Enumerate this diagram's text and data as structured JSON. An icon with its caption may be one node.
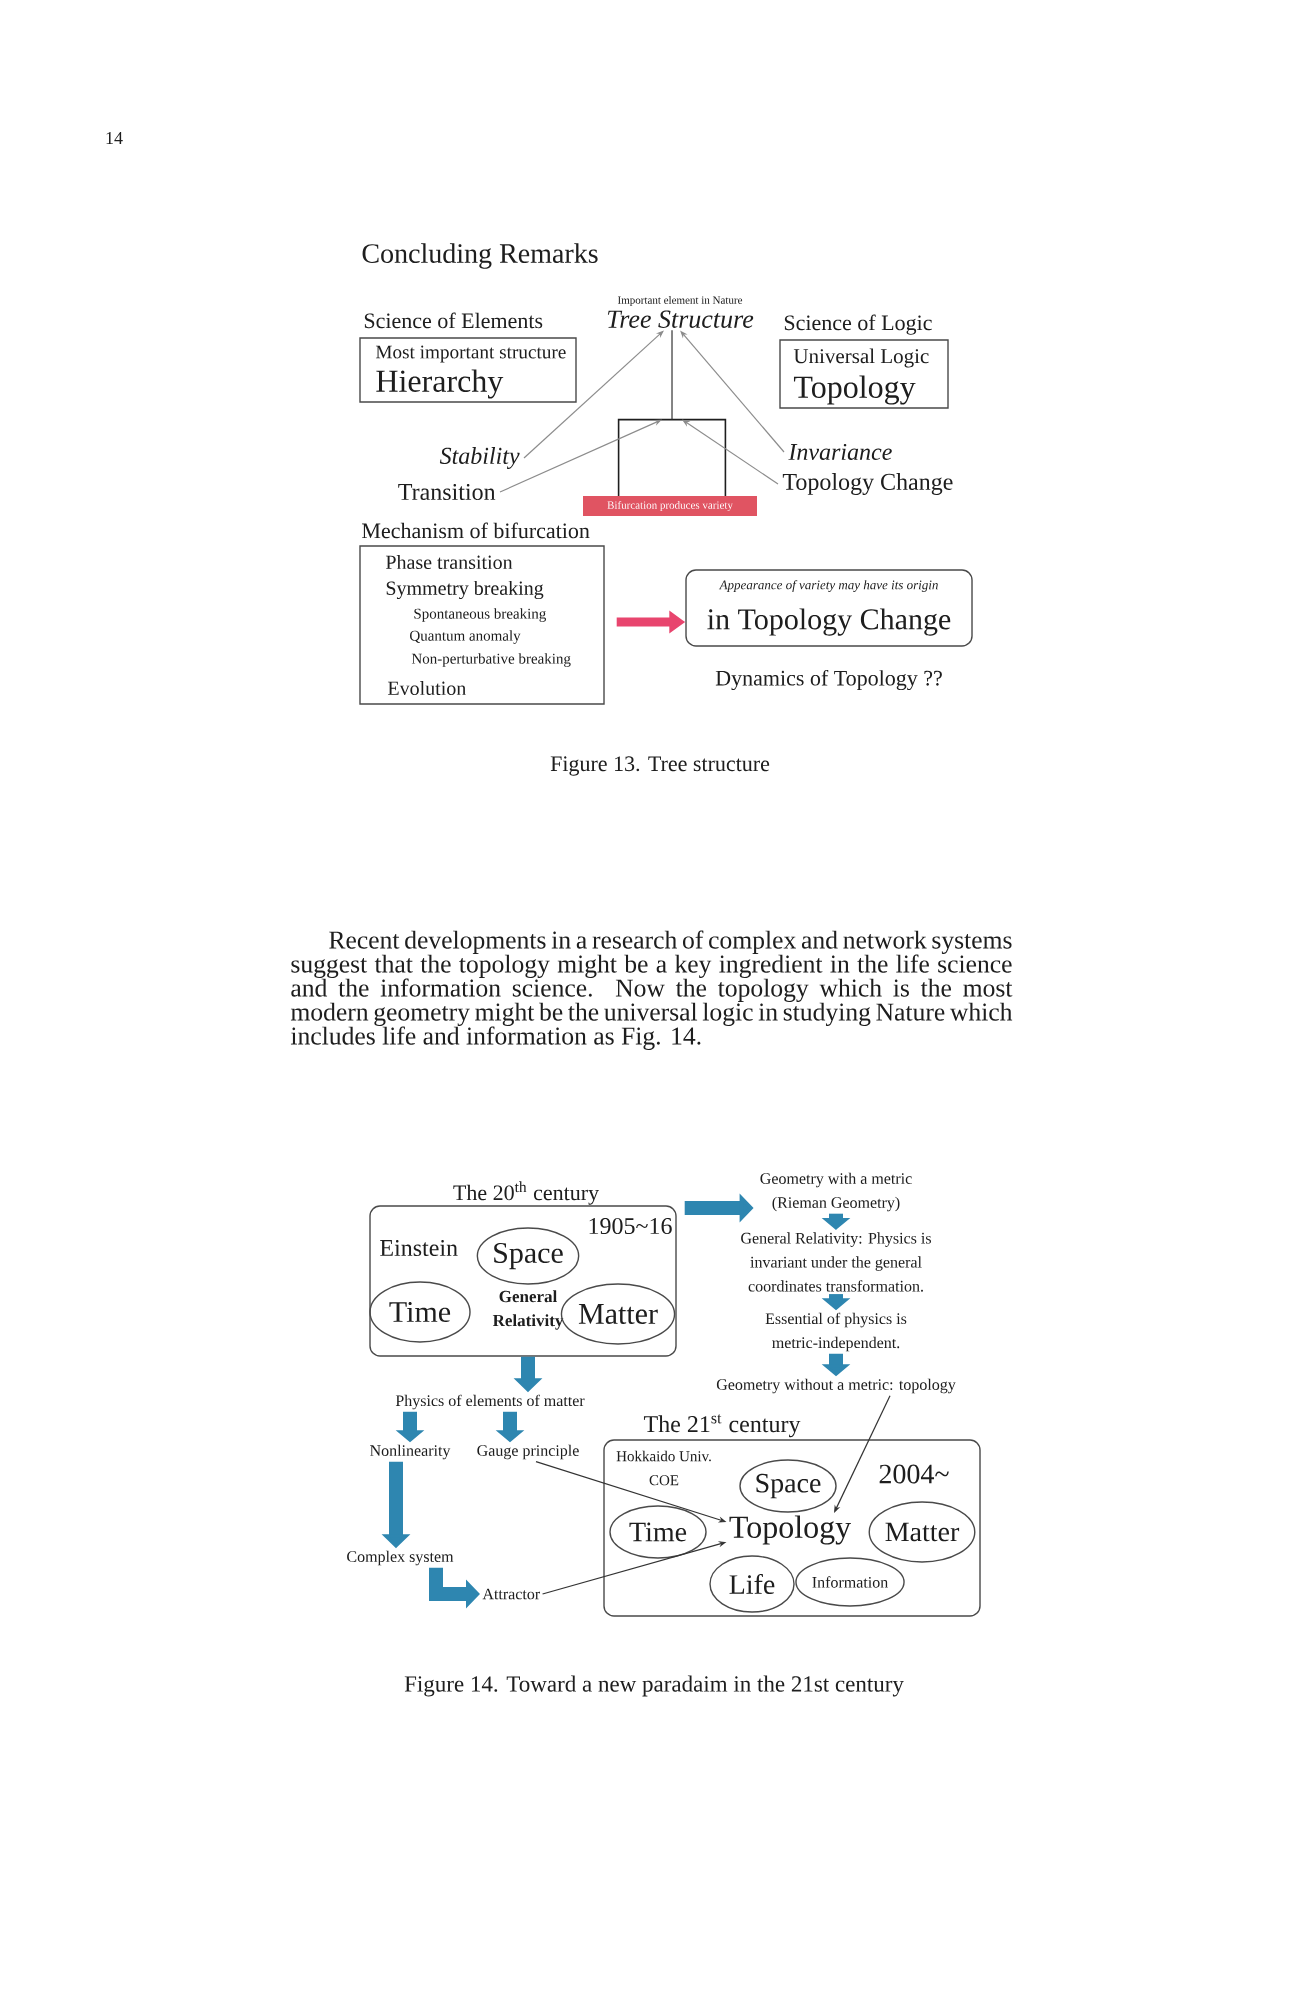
{
  "diagram": {
    "title": "Concluding Remarks",
    "nodes": [
      {
        "text": [
          "Science of Elements",
          "Most important structure",
          "Hierarchy"
        ]
      },
      {
        "text": [
          "Important element in Nature",
          "Tree Structure"
        ]
      },
      {
        "text": [
          "Science of Logic",
          "Universal Logic",
          "Topology"
        ]
      },
      {
        "text": [
          "Stability"
        ]
      },
      {
        "text": [
          "Transition"
        ]
      },
      {
        "text": [
          "Invariance"
        ]
      },
      {
        "text": [
          "Topology Change"
        ]
      },
      {
        "text": [],
        "shape": "bracket"
      },
      {
        "text": [
          "Bifurcation produces variety"
        ]
      },
      {
        "text": [
          "Mechanism of bifurcation",
          "Phase transition",
          "Symmetry breaking",
          "Spontaneous breaking",
          "Quantum anomaly",
          "Non-perturbative breaking",
          "Evolution"
        ]
      },
      {
        "text": [
          "Appearance of variety may have its origin",
          "in Topology Change"
        ],
        "beside": [
          "Dynamics of Topology ??"
        ]
      },
      {
        "text": [
          "The 20$^{th}$ century",
          "1905~16",
          "Einstein",
          "General Relativity"
        ]
      },
      {
        "text": [
          "Space"
        ],
        "in": 11
      },
      {
        "text": [
          "Time"
        ],
        "in": 11
      },
      {
        "text": [
          "Matter"
        ],
        "in": 11
      },
      {
        "text": [
          "Geometry with a metric (Rieman Geometry)"
        ]
      },
      {
        "text": [
          "General Relativity: Physics is invariant under the general coordinates transformation."
        ]
      },
      {
        "text": [
          "Essential of physics is metric-independent."
        ]
      },
      {
        "text": [
          "Geometry without a metric: topology"
        ]
      },
      {
        "text": [
          "Physics of elements of matter"
        ]
      },
      {
        "text": [
          "Nonlinearity"
        ]
      },
      {
        "text": [
          "Gauge principle"
        ]
      },
      {
        "text": [
          "Complex system"
        ]
      },
      {
        "text": [
          "Attractor"
        ]
      },
      {
        "text": [
          "The 21$^{st}$ century",
          "Hokkaido Univ. COE",
          "2004~"
        ]
      },
      {
        "text": [
          "Space"
        ],
        "in": 24
      },
      {
        "text": [
          "Time"
        ],
        "in": 24
      },
      {
        "text": [
          "Topology"
        ],
        "in": 24
      },
      {
        "text": [
          "Matter"
        ],
        "in": 24
      },
      {
        "text": [
          "Life"
        ],
        "in": 24
      },
      {
        "text": [
          "Information"
        ],
        "in": 24
      }
    ],
    "edges": [
      {
        "from": 3,
        "to": 1,
        "arrow": "to",
        "color": "#8c8c8c"
      },
      {
        "from": 5,
        "to": 1,
        "arrow": "to",
        "color": "#8c8c8c"
      },
      {
        "from": 1,
        "to": 7,
        "arrow": "none",
        "color": "#333333"
      },
      {
        "from": 4,
        "to": 7,
        "arrow": "to",
        "color": "#8c8c8c"
      },
      {
        "from": 6,
        "to": 7,
        "arrow": "to",
        "color": "#8c8c8c"
      },
      {
        "from": 9,
        "to": 10,
        "arrow": "to",
        "color": "#e8456e"
      },
      {
        "from": 11,
        "to": 15,
        "arrow": "to",
        "color": "#2e86b0"
      },
      {
        "from": 15,
        "to": 16,
        "arrow": "to",
        "color": "#2e86b0"
      },
      {
        "from": 16,
        "to": 17,
        "arrow": "to",
        "color": "#2e86b0"
      },
      {
        "from": 17,
        "to": 18,
        "arrow": "to",
        "color": "#2e86b0"
      },
      {
        "from": 11,
        "to": 19,
        "arrow": "to",
        "color": "#2e86b0"
      },
      {
        "from": 19,
        "to": 20,
        "arrow": "to",
        "color": "#2e86b0"
      },
      {
        "from": 19,
        "to": 21,
        "arrow": "to",
        "color": "#2e86b0"
      },
      {
        "from": 20,
        "to": 22,
        "arrow": "to",
        "color": "#2e86b0"
      },
      {
        "from": 22,
        "to": 23,
        "arrow": "to",
        "color": "#2e86b0"
      },
      {
        "from": 21,
        "to": 27,
        "arrow": "to",
        "color": "#333333"
      },
      {
        "from": 23,
        "to": 27,
        "arrow": "to",
        "color": "#333333"
      },
      {
        "from": 18,
        "to": 27,
        "arrow": "to",
        "color": "#333333"
      }
    ],
    "labels": [
      "14",
      "Recent developments in a research of complex and network systems suggest that the topology might be a key ingredient in the life science and the information science. Now the topology which is the most modern geometry might be the universal logic in studying Nature which includes life and information as Fig. 14.",
      "Figure 13. Tree structure",
      "Figure 14. Toward a new paradaim in the 21st century"
    ]
  }
}
